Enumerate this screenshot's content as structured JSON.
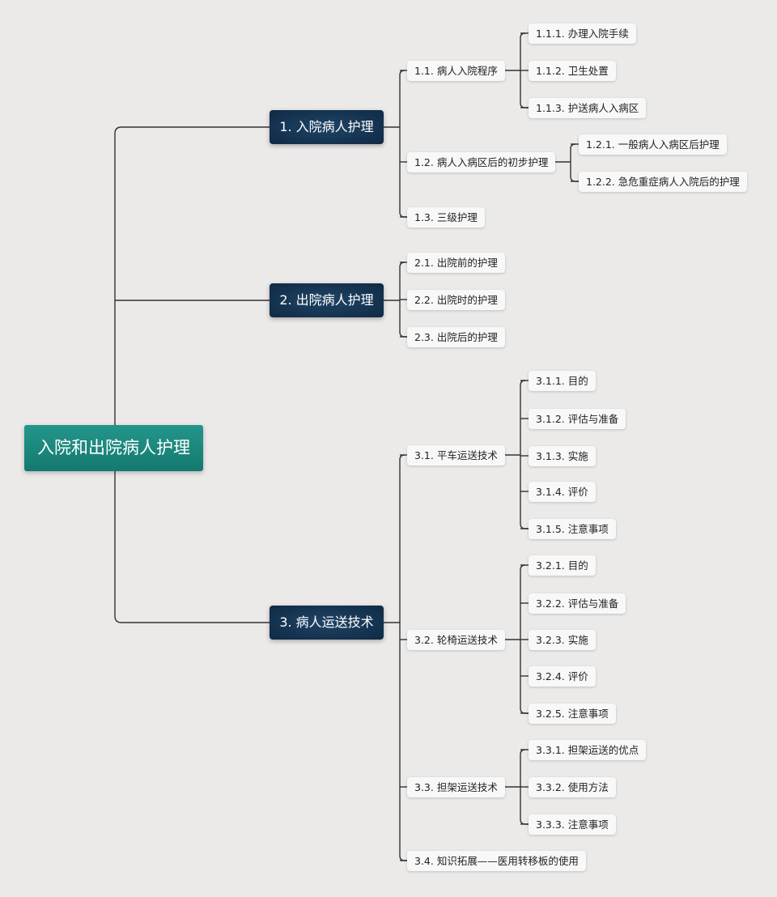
{
  "root": {
    "label": "入院和出院病人护理"
  },
  "colors": {
    "root": "#1a8a80",
    "main": "#15324f",
    "leaf_bg": "#f8f8f8",
    "line": "#333333",
    "background": "#ebeae9"
  },
  "branches": [
    {
      "label": "1. 入院病人护理",
      "children": [
        {
          "label": "1.1. 病人入院程序",
          "children": [
            {
              "label": "1.1.1. 办理入院手续"
            },
            {
              "label": "1.1.2. 卫生处置"
            },
            {
              "label": "1.1.3. 护送病人入病区"
            }
          ]
        },
        {
          "label": "1.2. 病人入病区后的初步护理",
          "children": [
            {
              "label": "1.2.1. 一般病人入病区后护理"
            },
            {
              "label": "1.2.2. 急危重症病人入院后的护理"
            }
          ]
        },
        {
          "label": "1.3. 三级护理",
          "children": []
        }
      ]
    },
    {
      "label": "2. 出院病人护理",
      "children": [
        {
          "label": "2.1. 出院前的护理",
          "children": []
        },
        {
          "label": "2.2. 出院时的护理",
          "children": []
        },
        {
          "label": "2.3. 出院后的护理",
          "children": []
        }
      ]
    },
    {
      "label": "3. 病人运送技术",
      "children": [
        {
          "label": "3.1. 平车运送技术",
          "children": [
            {
              "label": "3.1.1. 目的"
            },
            {
              "label": "3.1.2. 评估与准备"
            },
            {
              "label": "3.1.3. 实施"
            },
            {
              "label": "3.1.4. 评价"
            },
            {
              "label": "3.1.5. 注意事项"
            }
          ]
        },
        {
          "label": "3.2. 轮椅运送技术",
          "children": [
            {
              "label": "3.2.1. 目的"
            },
            {
              "label": "3.2.2. 评估与准备"
            },
            {
              "label": "3.2.3. 实施"
            },
            {
              "label": "3.2.4. 评价"
            },
            {
              "label": "3.2.5. 注意事项"
            }
          ]
        },
        {
          "label": "3.3. 担架运送技术",
          "children": [
            {
              "label": "3.3.1. 担架运送的优点"
            },
            {
              "label": "3.3.2. 使用方法"
            },
            {
              "label": "3.3.3. 注意事项"
            }
          ]
        },
        {
          "label": "3.4. 知识拓展——医用转移板的使用",
          "children": []
        }
      ]
    }
  ]
}
